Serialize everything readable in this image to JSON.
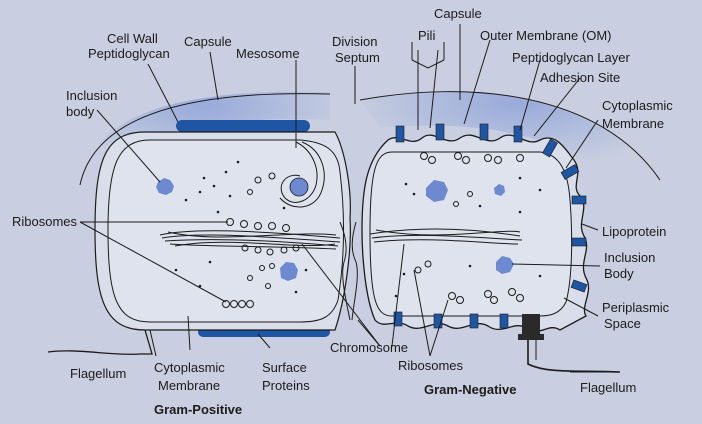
{
  "colors": {
    "background": "#c9cfe0",
    "cell_fill": "#d9deea",
    "capsule_glow": "#a6b4dd",
    "blue_protein": "#1f56a3",
    "inclusion_blue": "#6d8ad0",
    "outline": "#1b1b1b"
  },
  "labels": {
    "capsule_left": "Capsule",
    "cell_wall": "Cell Wall",
    "peptidoglycan": "Peptidoglycan",
    "mesosome": "Mesosome",
    "division": "Division",
    "septum": "Septum",
    "inclusion_left_1": "Inclusion",
    "inclusion_left_2": "body",
    "ribosomes_left": "Ribosomes",
    "capsule_right": "Capsule",
    "pili": "Pili",
    "outer_membrane": "Outer Membrane (OM)",
    "peptidoglycan_layer": "Peptidoglycan Layer",
    "adhesion_site": "Adhesion Site",
    "cytoplasmic_membrane_right_1": "Cytoplasmic",
    "cytoplasmic_membrane_right_2": "Membrane",
    "lipoprotein": "Lipoprotein",
    "inclusion_right_1": "Inclusion",
    "inclusion_right_2": "Body",
    "periplasmic_1": "Periplasmic",
    "periplasmic_2": "Space",
    "chromosome": "Chromosome",
    "ribosomes_bottom": "Ribosomes",
    "flagellum_left": "Flagellum",
    "cytoplasmic_membrane_left_1": "Cytoplasmic",
    "cytoplasmic_membrane_left_2": "Membrane",
    "surface_proteins_1": "Surface",
    "surface_proteins_2": "Proteins",
    "flagellum_right": "Flagellum"
  },
  "titles": {
    "gram_positive": "Gram-Positive",
    "gram_negative": "Gram-Negative"
  }
}
